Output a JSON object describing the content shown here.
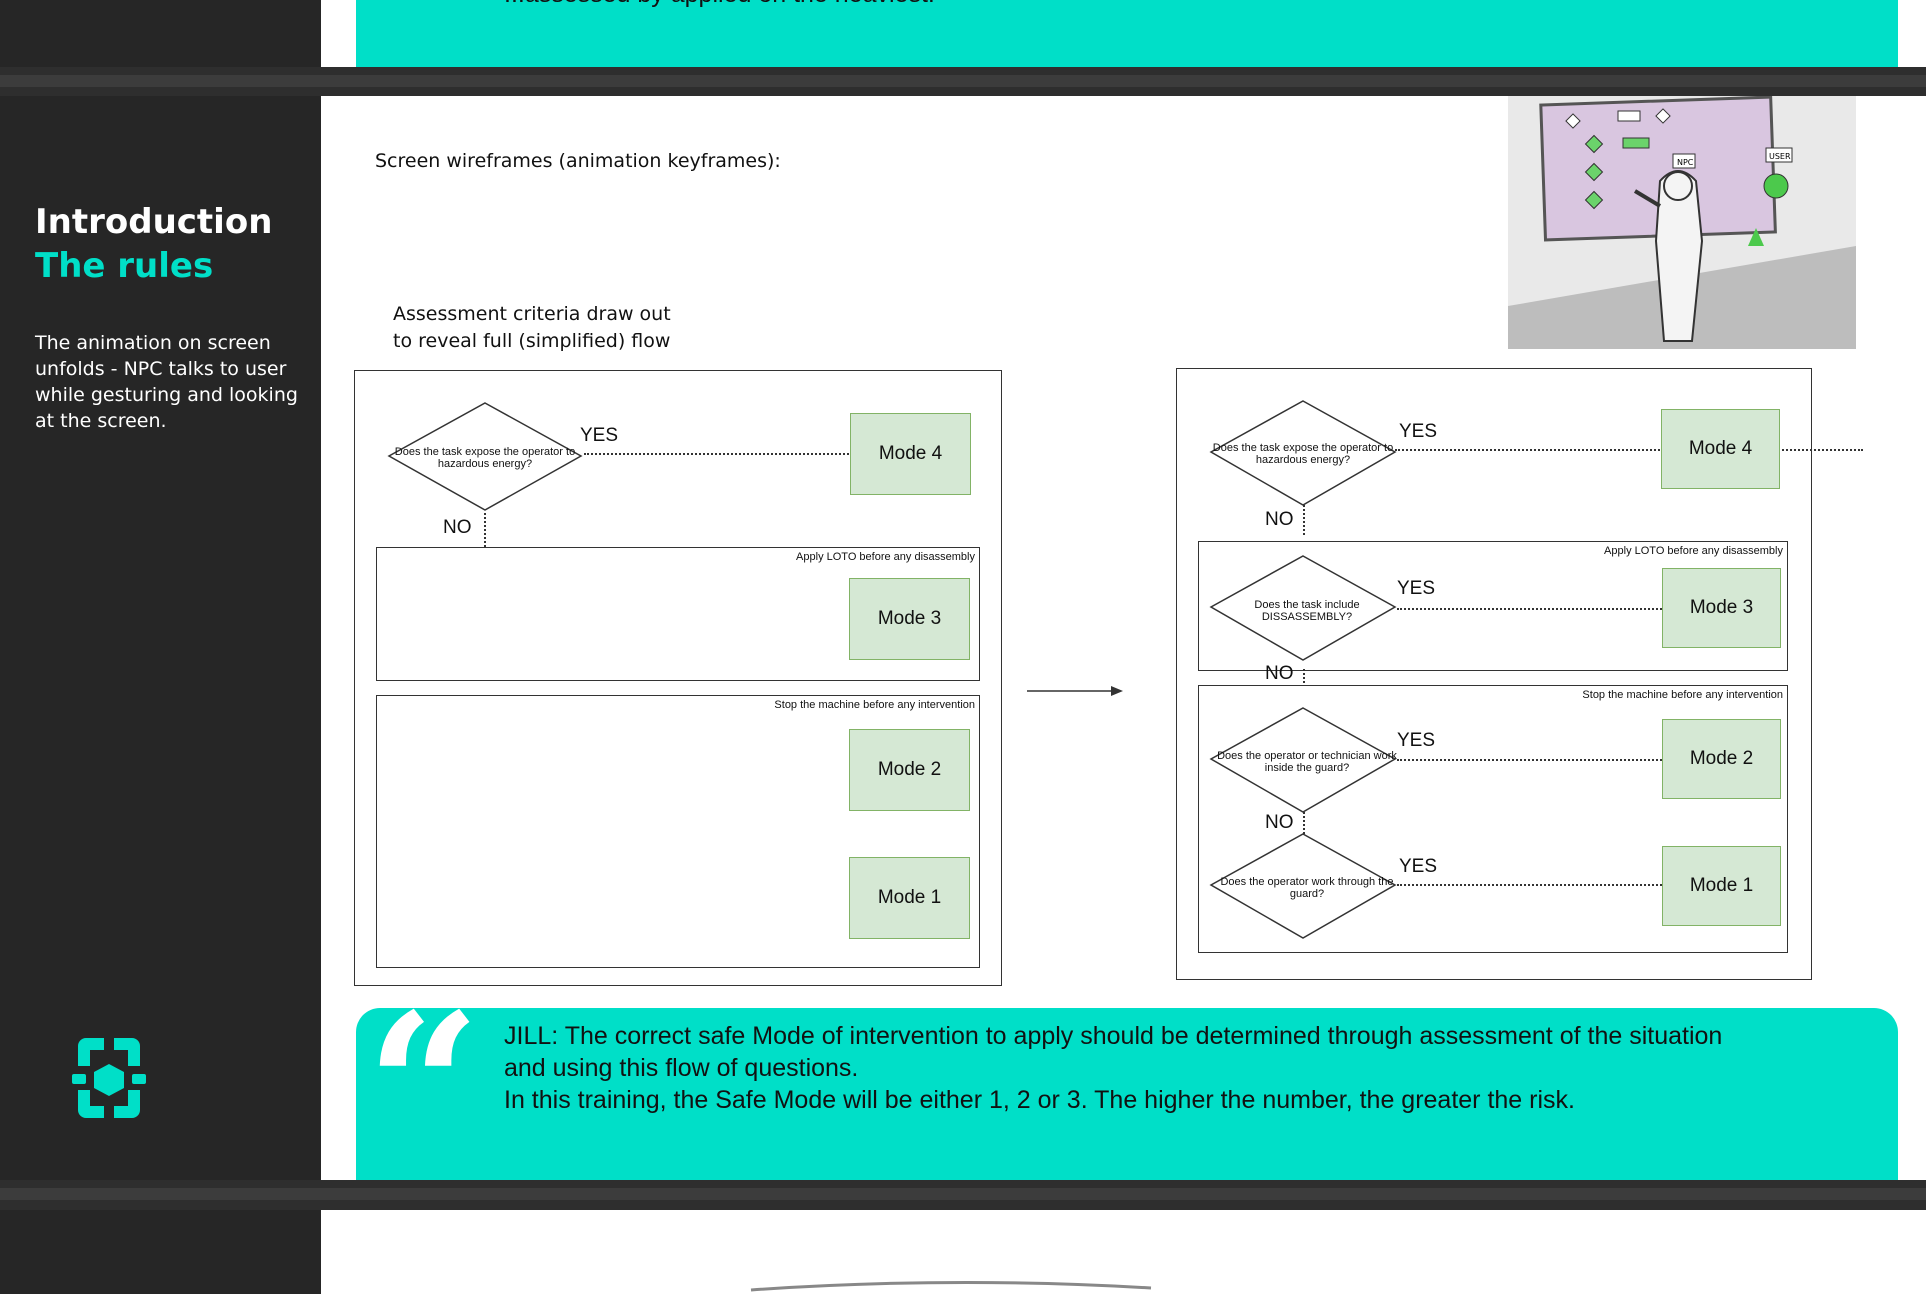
{
  "top_quote": {
    "text": "...assessed by applied on the heaviest."
  },
  "sidebar": {
    "section": "Introduction",
    "subsection": "The rules",
    "description": "The animation on screen unfolds - NPC talks to user while gesturing and looking at the screen.",
    "logo_icon": "logo-icon"
  },
  "main": {
    "heading": "Screen wireframes (animation keyframes):",
    "sub_heading_1": "Assessment criteria draw out",
    "sub_heading_2": "to reveal full (simplified) flow"
  },
  "flow_left": {
    "question_1": "Does the task expose the operator to hazardous energy?",
    "yes": "YES",
    "no": "NO",
    "note_loto": "Apply LOTO before any disassembly",
    "note_stop": "Stop the machine before any intervention",
    "modes": [
      "Mode 4",
      "Mode 3",
      "Mode 2",
      "Mode 1"
    ]
  },
  "flow_right": {
    "question_1": "Does the task expose the operator to hazardous energy?",
    "question_2": "Does the task include DISSASSEMBLY?",
    "question_3": "Does the operator or technician work inside the guard?",
    "question_4": "Does the operator work through the guard?",
    "yes": "YES",
    "no": "NO",
    "note_loto": "Apply LOTO before any disassembly",
    "note_stop": "Stop the machine before any intervention",
    "modes": [
      "Mode 4",
      "Mode 3",
      "Mode 2",
      "Mode 1"
    ]
  },
  "sketch": {
    "board_label_npc": "NPC",
    "board_label_user": "USER"
  },
  "quote": {
    "mark": "“",
    "line1": "JILL: The correct safe Mode of intervention to apply should be determined through assessment of the situation",
    "line2": "and using this flow of questions.",
    "line3": "In this training, the Safe Mode will be either 1, 2 or 3. The higher the number, the greater the risk."
  },
  "colors": {
    "accent": "#00dfc8",
    "dark": "#262626",
    "mode_fill": "#d5e8d4",
    "mode_border": "#82b366"
  }
}
